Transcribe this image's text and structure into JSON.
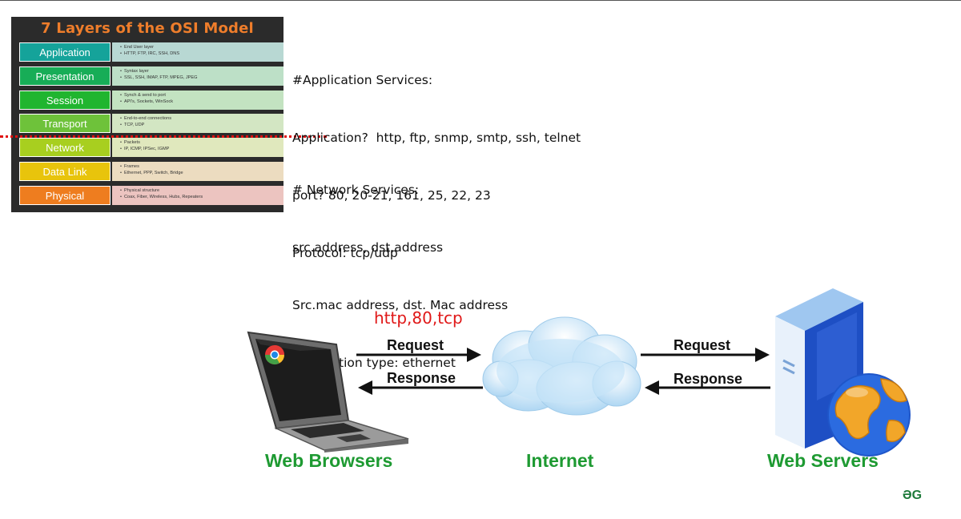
{
  "osi": {
    "title": "7 Layers of the OSI Model",
    "layers": [
      {
        "name": "Application",
        "color": "#15a39a",
        "desc_bg": "#b8d8d3",
        "lines": [
          "End User layer",
          "HTTP, FTP, IRC, SSH, DNS"
        ]
      },
      {
        "name": "Presentation",
        "color": "#17ad57",
        "desc_bg": "#bde0c7",
        "lines": [
          "Syntax layer",
          "SSL, SSH, IMAP, FTP, MPEG, JPEG"
        ]
      },
      {
        "name": "Session",
        "color": "#20b52f",
        "desc_bg": "#c3e3c1",
        "lines": [
          "Synch & send to port",
          "API's, Sockets, WinSock"
        ]
      },
      {
        "name": "Transport",
        "color": "#6ec23a",
        "desc_bg": "#d3e6c3",
        "lines": [
          "End-to-end connections",
          "TCP, UDP"
        ]
      },
      {
        "name": "Network",
        "color": "#a8cf1f",
        "desc_bg": "#e0e8bd",
        "lines": [
          "Packets",
          "IP, ICMP, IPSec, IGMP"
        ]
      },
      {
        "name": "Data Link",
        "color": "#e8c40c",
        "desc_bg": "#ecdcc0",
        "lines": [
          "Frames",
          "Ethernet, PPP, Switch, Bridge"
        ]
      },
      {
        "name": "Physical",
        "color": "#ee7d1f",
        "desc_bg": "#ecc4c0",
        "lines": [
          "Physical structure",
          "Coax, Fiber, Wireless, Hubs, Repeaters"
        ]
      }
    ]
  },
  "app_notes": {
    "l1": "#Application Services:",
    "l2": "Application?  http, ftp, snmp, smtp, ssh, telnet",
    "l3": "port? 80, 20-21, 161, 25, 22, 23",
    "l4": "Protocol: tcp/udp"
  },
  "net_notes": {
    "l1": "# Network Services:",
    "l2": "src.address, dst.address",
    "l3": "Src.mac address, dst. Mac address",
    "l4": "Connection type: ethernet"
  },
  "diagram": {
    "annotation": "http,80,tcp",
    "left_request": "Request",
    "left_response": "Response",
    "right_request": "Request",
    "right_response": "Response",
    "label_browsers": "Web Browsers",
    "label_internet": "Internet",
    "label_servers": "Web Servers",
    "watermark": "ƏG"
  },
  "icons": [
    "laptop-icon",
    "chrome-logo-icon",
    "cloud-icon",
    "server-icon",
    "globe-icon"
  ]
}
